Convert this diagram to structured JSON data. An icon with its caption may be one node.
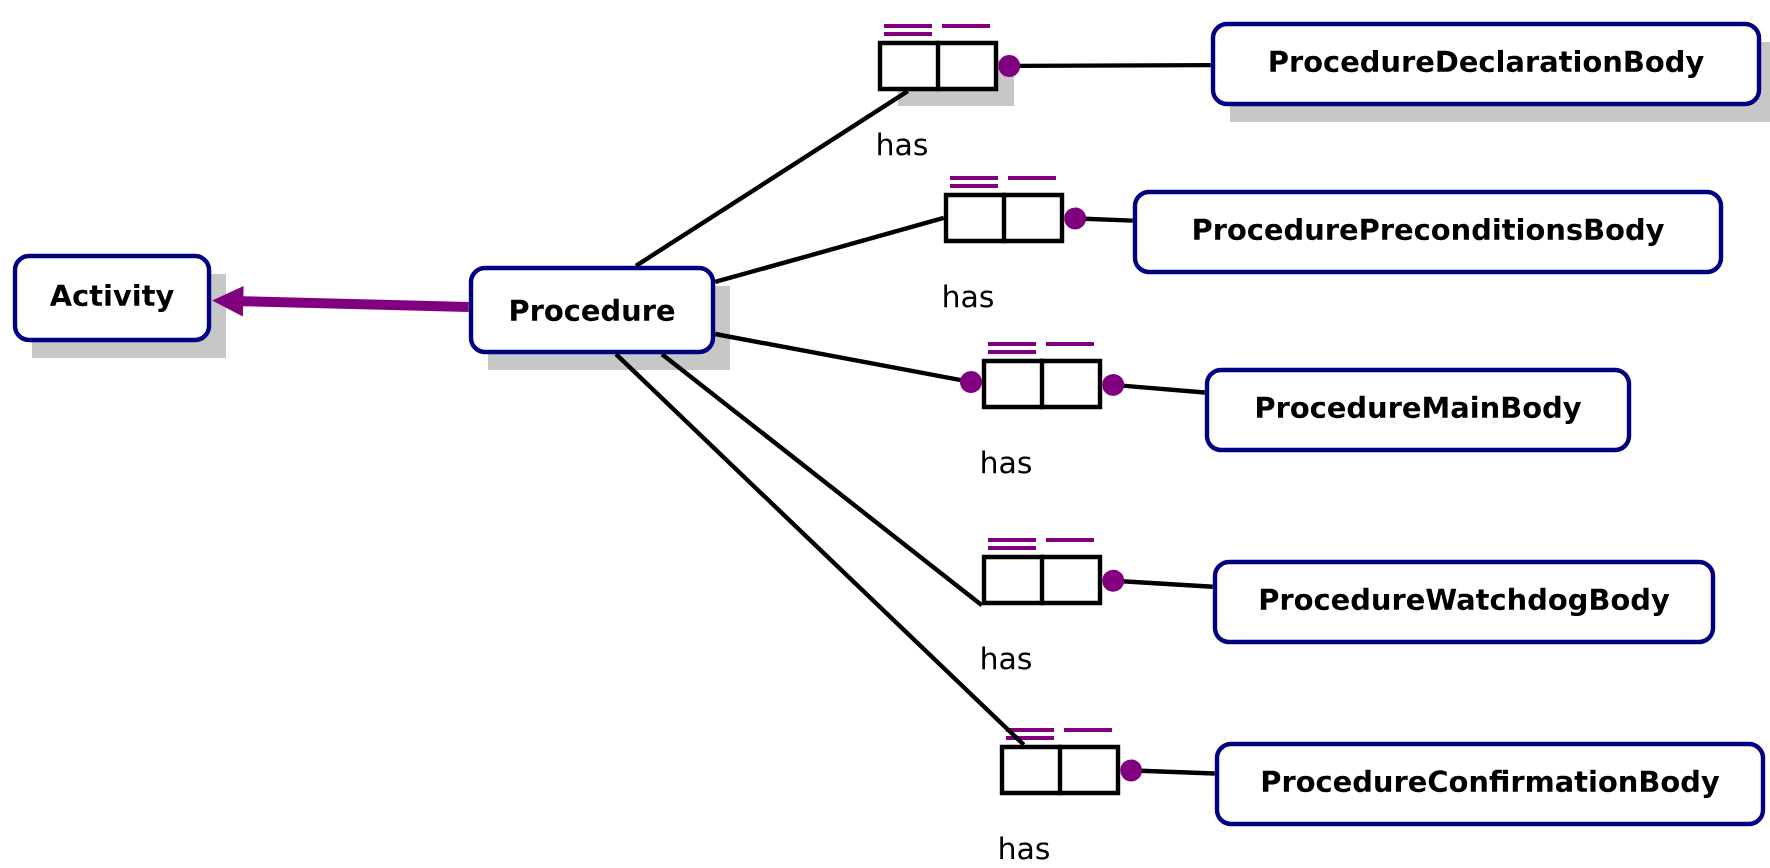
{
  "diagram": {
    "nodes": [
      {
        "text": [
          "Activity"
        ]
      },
      {
        "text": [
          "Procedure"
        ]
      },
      {
        "text": [],
        "shape": "box",
        "beside": [
          "has"
        ]
      },
      {
        "text": [
          "ProcedureDeclarationBody"
        ]
      },
      {
        "text": [],
        "shape": "box",
        "beside": [
          "has"
        ]
      },
      {
        "text": [
          "ProcedurePreconditionsBody"
        ]
      },
      {
        "text": [],
        "shape": "box",
        "beside": [
          "has"
        ]
      },
      {
        "text": [
          "ProcedureMainBody"
        ]
      },
      {
        "text": [],
        "shape": "box",
        "beside": [
          "has"
        ]
      },
      {
        "text": [
          "ProcedureWatchdogBody"
        ]
      },
      {
        "text": [],
        "shape": "box",
        "beside": [
          "has"
        ]
      },
      {
        "text": [
          "ProcedureConfirmationBody"
        ]
      }
    ],
    "edges": [
      {
        "from": 1,
        "to": 0,
        "arrow": "to",
        "style": "thick",
        "color": "#800080"
      },
      {
        "from": 1,
        "to": 2,
        "arrow": "none"
      },
      {
        "from": 2,
        "to": 3,
        "arrow": "other"
      },
      {
        "from": 1,
        "to": 4,
        "arrow": "none"
      },
      {
        "from": 4,
        "to": 5,
        "arrow": "other"
      },
      {
        "from": 6,
        "to": 1,
        "arrow": "other"
      },
      {
        "from": 6,
        "to": 7,
        "arrow": "other"
      },
      {
        "from": 1,
        "to": 8,
        "arrow": "none"
      },
      {
        "from": 8,
        "to": 9,
        "arrow": "other"
      },
      {
        "from": 1,
        "to": 10,
        "arrow": "none"
      },
      {
        "from": 10,
        "to": 11,
        "arrow": "other"
      }
    ]
  }
}
